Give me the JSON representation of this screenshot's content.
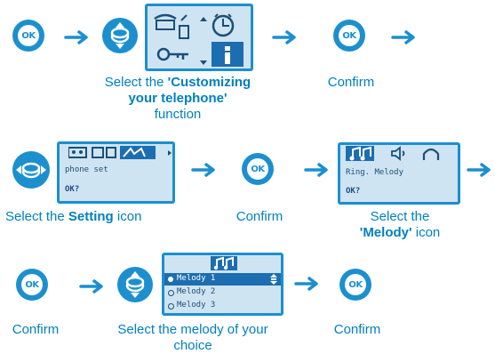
{
  "colors": {
    "accent": "#1c8fcf",
    "text": "#0080c0",
    "lcd_bg": "#cfe4f2",
    "lcd_text": "#1a4f7a"
  },
  "ok_label": "OK",
  "row1": {
    "caption_select_prefix": "Select the ",
    "caption_select_bold": "'Customizing your telephone'",
    "caption_select_suffix": "function",
    "caption_confirm": "Confirm"
  },
  "row2": {
    "caption_select_prefix": "Select the ",
    "caption_select_bold": "Setting",
    "caption_select_suffix": " icon",
    "caption_confirm": "Confirm",
    "caption_melody_prefix": "Select the",
    "caption_melody_bold": "'Melody'",
    "caption_melody_suffix": " icon",
    "screen1": {
      "line1": "phone set",
      "line2": "OK?"
    },
    "screen2": {
      "line1": "Ring. Melody",
      "line2": "OK?"
    }
  },
  "row3": {
    "caption_confirm1": "Confirm",
    "caption_select_line1": "Select the melody of your",
    "caption_select_line2": "choice",
    "caption_confirm2": "Confirm",
    "melodies": [
      "Melody 1",
      "Melody 2",
      "Melody 3"
    ]
  },
  "icons": [
    "ok-button-icon",
    "arrow-right-icon",
    "navigator-updown-icon",
    "navigator-leftright-icon",
    "music-note-icon",
    "speaker-icon",
    "headset-icon",
    "info-icon",
    "clock-icon",
    "phone-icon",
    "key-icon"
  ]
}
